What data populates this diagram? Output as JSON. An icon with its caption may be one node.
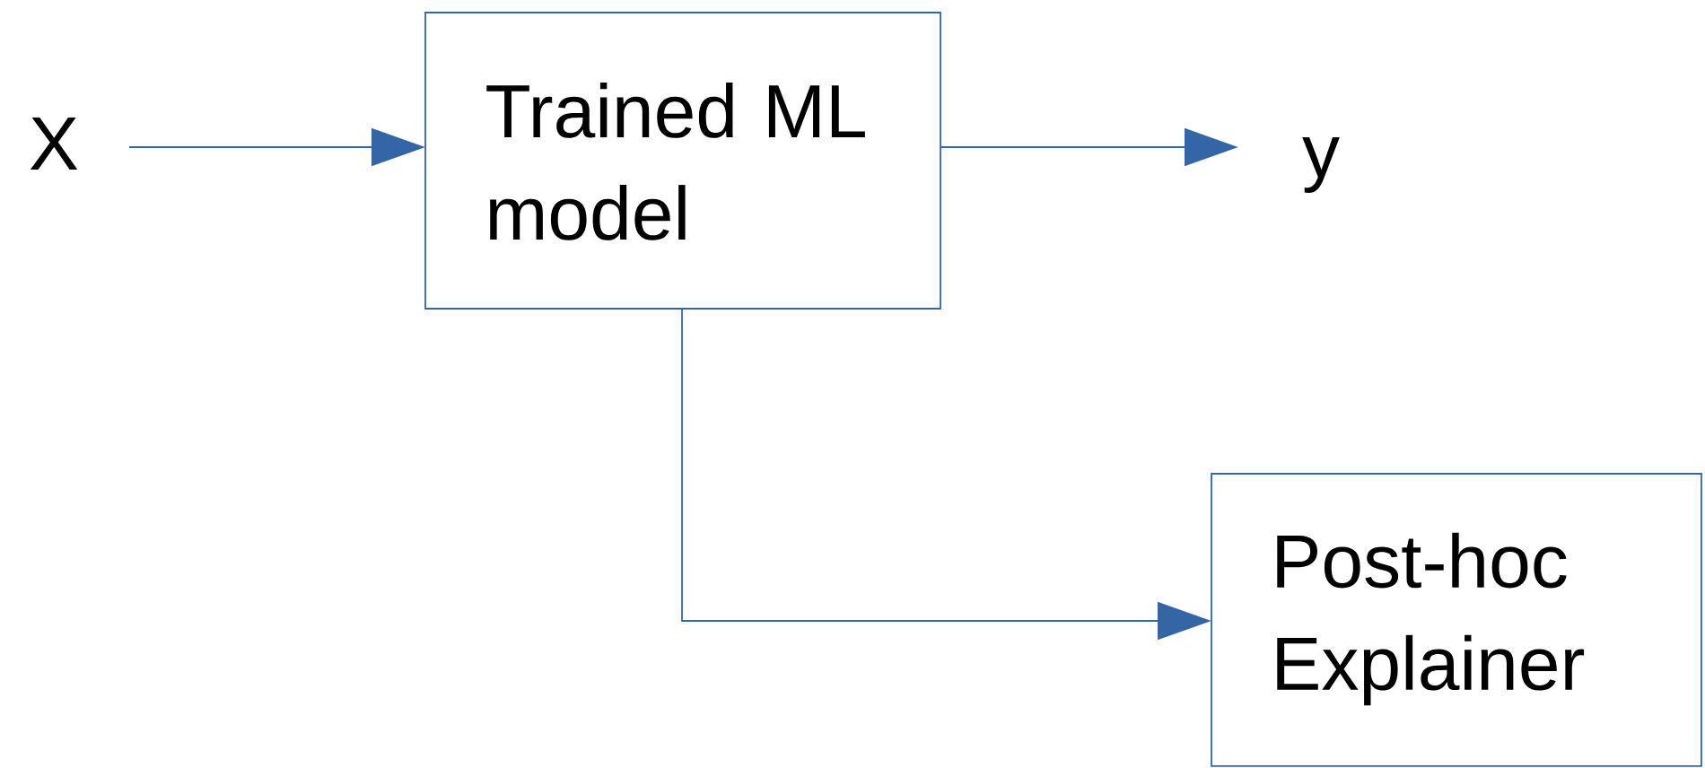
{
  "diagram": {
    "nodes": [
      {
        "text": [
          "X"
        ]
      },
      {
        "text": [
          "Trained ML model"
        ]
      },
      {
        "text": [
          "y"
        ]
      },
      {
        "text": [
          "Post-hoc Explainer"
        ]
      }
    ],
    "edges": [
      {
        "from": 0,
        "to": 1,
        "arrow": "to"
      },
      {
        "from": 1,
        "to": 2,
        "arrow": "to"
      },
      {
        "from": 1,
        "to": 3,
        "arrow": "to"
      }
    ]
  }
}
